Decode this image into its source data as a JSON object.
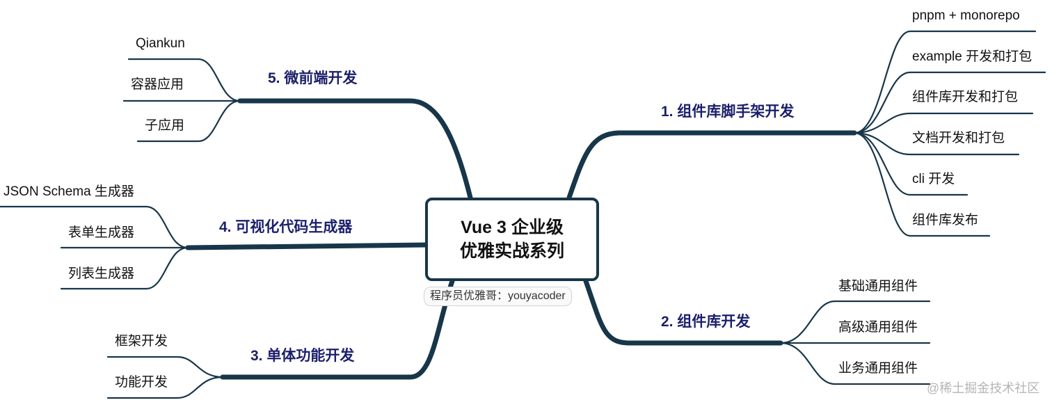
{
  "center": {
    "line1": "Vue 3 企业级",
    "line2": "优雅实战系列"
  },
  "branches": [
    {
      "label": "1. 组件库脚手架开发",
      "leaves": [
        "pnpm + monorepo",
        "example 开发和打包",
        "组件库开发和打包",
        "文档开发和打包",
        "cli 开发",
        "组件库发布"
      ]
    },
    {
      "label": "2. 组件库开发",
      "leaves": [
        "基础通用组件",
        "高级通用组件",
        "业务通用组件"
      ]
    },
    {
      "label": "3. 单体功能开发",
      "leaves": [
        "框架开发",
        "功能开发"
      ]
    },
    {
      "label": "4. 可视化代码生成器",
      "leaves": [
        "JSON Schema 生成器",
        "表单生成器",
        "列表生成器"
      ]
    },
    {
      "label": "5. 微前端开发",
      "leaves": [
        "Qiankun",
        "容器应用",
        "子应用"
      ]
    }
  ],
  "watermark": {
    "author": "程序员优雅哥：youyacoder",
    "site": "@稀土掘金技术社区"
  },
  "colors": {
    "line": "#173649",
    "branch_text": "#1b1f6b",
    "leaf_text": "#111111"
  }
}
